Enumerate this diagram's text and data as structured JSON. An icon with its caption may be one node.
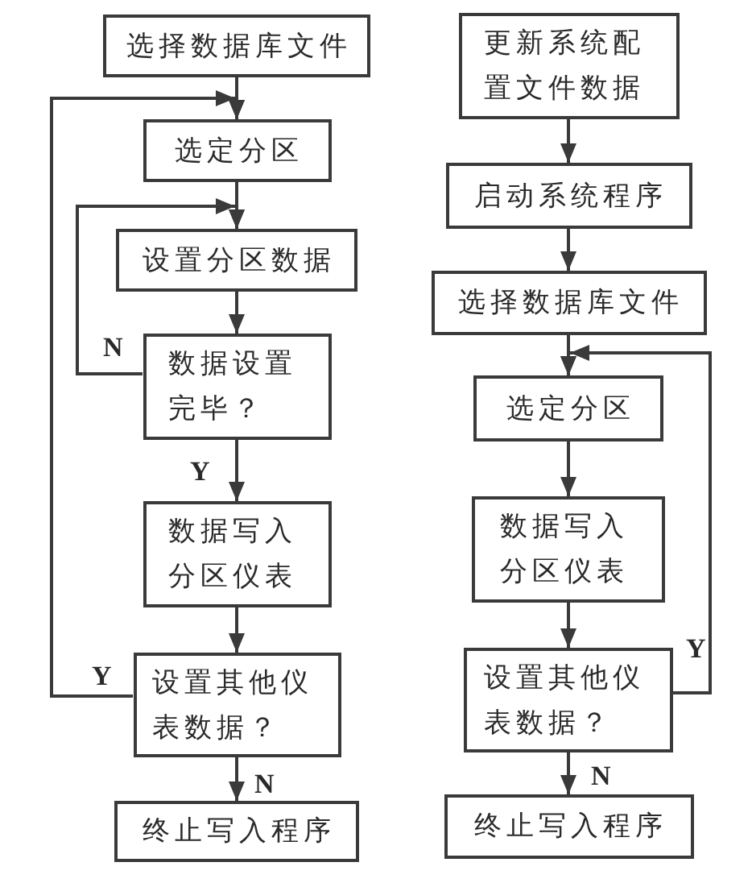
{
  "diagram": {
    "nodes": [
      {
        "text": [
          "选择数据库文件"
        ]
      },
      {
        "text": [
          "选定分区"
        ]
      },
      {
        "text": [
          "设置分区数据"
        ]
      },
      {
        "text": [
          "数据设置完毕？"
        ]
      },
      {
        "text": [
          "数据写入分区仪表"
        ]
      },
      {
        "text": [
          "设置其他仪表数据？"
        ]
      },
      {
        "text": [
          "终止写入程序"
        ]
      },
      {
        "text": [
          "更新系统配置文件数据"
        ]
      },
      {
        "text": [
          "启动系统程序"
        ]
      },
      {
        "text": [
          "选择数据库文件"
        ]
      },
      {
        "text": [
          "选定分区"
        ]
      },
      {
        "text": [
          "数据写入分区仪表"
        ]
      },
      {
        "text": [
          "设置其他仪表数据？"
        ]
      },
      {
        "text": [
          "终止写入程序"
        ]
      }
    ],
    "edges": [
      {
        "from": 0,
        "to": 1,
        "arrow": "to"
      },
      {
        "from": 1,
        "to": 2,
        "arrow": "to"
      },
      {
        "from": 2,
        "to": 3,
        "arrow": "to"
      },
      {
        "from": 3,
        "to": 2,
        "arrow": "to",
        "label": "N"
      },
      {
        "from": 3,
        "to": 4,
        "arrow": "to",
        "label": "Y"
      },
      {
        "from": 4,
        "to": 5,
        "arrow": "to"
      },
      {
        "from": 5,
        "to": 1,
        "arrow": "to",
        "label": "Y"
      },
      {
        "from": 5,
        "to": 6,
        "arrow": "to",
        "label": "N"
      },
      {
        "from": 7,
        "to": 8,
        "arrow": "to"
      },
      {
        "from": 8,
        "to": 9,
        "arrow": "to"
      },
      {
        "from": 9,
        "to": 10,
        "arrow": "to"
      },
      {
        "from": 12,
        "to": 10,
        "arrow": "to",
        "label": "Y"
      },
      {
        "from": 10,
        "to": 11,
        "arrow": "to"
      },
      {
        "from": 11,
        "to": 12,
        "arrow": "to"
      },
      {
        "from": 12,
        "to": 13,
        "arrow": "to",
        "label": "N"
      }
    ]
  }
}
